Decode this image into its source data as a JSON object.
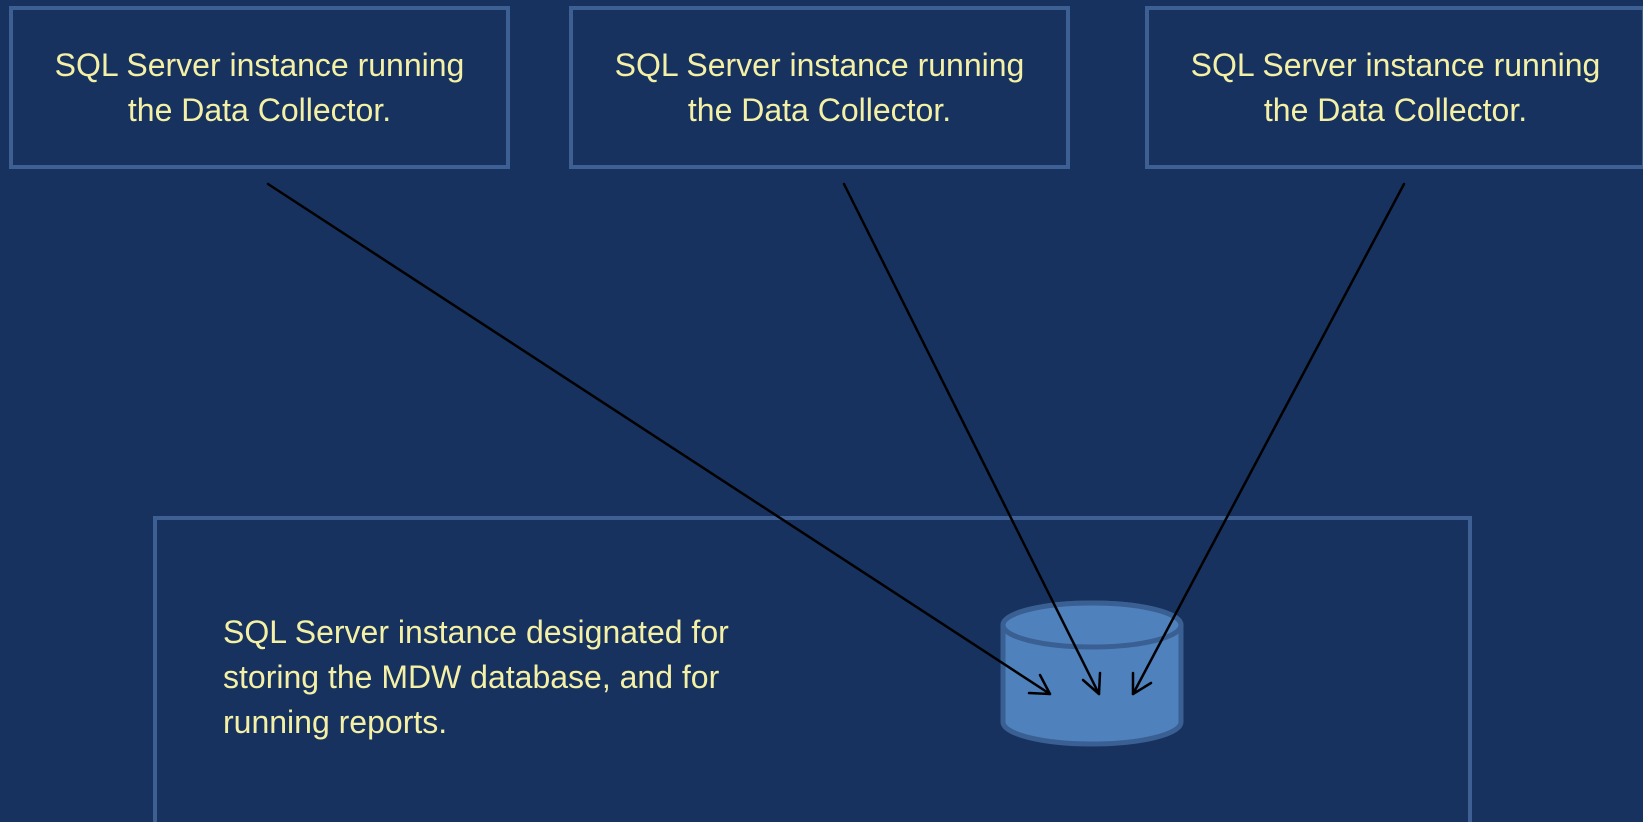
{
  "collectors": [
    {
      "label": "SQL Server instance running the Data Collector."
    },
    {
      "label": "SQL Server instance running the Data Collector."
    },
    {
      "label": "SQL Server instance running the Data Collector."
    }
  ],
  "mdw": {
    "label": "SQL Server instance designated for storing the MDW database, and for running reports."
  },
  "colors": {
    "background": "#17325F",
    "box_border": "#3E5F93",
    "text": "#F4F1A6",
    "cylinder_fill": "#4F81BD",
    "cylinder_stroke": "#3A5F93",
    "arrow": "#000000"
  },
  "icons": {
    "database": "database-cylinder-icon"
  }
}
